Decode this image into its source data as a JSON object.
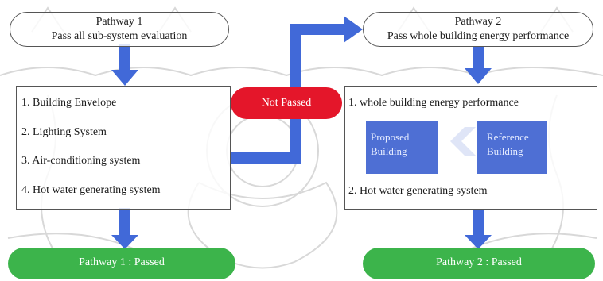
{
  "pathway1": {
    "title": "Pathway 1",
    "subtitle": "Pass all sub-system evaluation",
    "items": [
      "1. Building Envelope",
      "2. Lighting System",
      "3. Air-conditioning system",
      "4. Hot water generating system"
    ],
    "result": "Pathway 1 : Passed"
  },
  "pathway2": {
    "title": "Pathway 2",
    "subtitle": "Pass whole building energy performance",
    "items": [
      "1. whole building energy performance",
      "2. Hot water generating system"
    ],
    "proposed_line1": "Proposed",
    "proposed_line2": "Building",
    "reference_line1": "Reference",
    "reference_line2": "Building",
    "result": "Pathway 2 : Passed"
  },
  "not_passed": "Not Passed",
  "colors": {
    "arrow_blue": "#4169d8",
    "box_blue": "#4e6fd4",
    "passed_green": "#3cb44b",
    "not_passed_red": "#e4162a"
  }
}
